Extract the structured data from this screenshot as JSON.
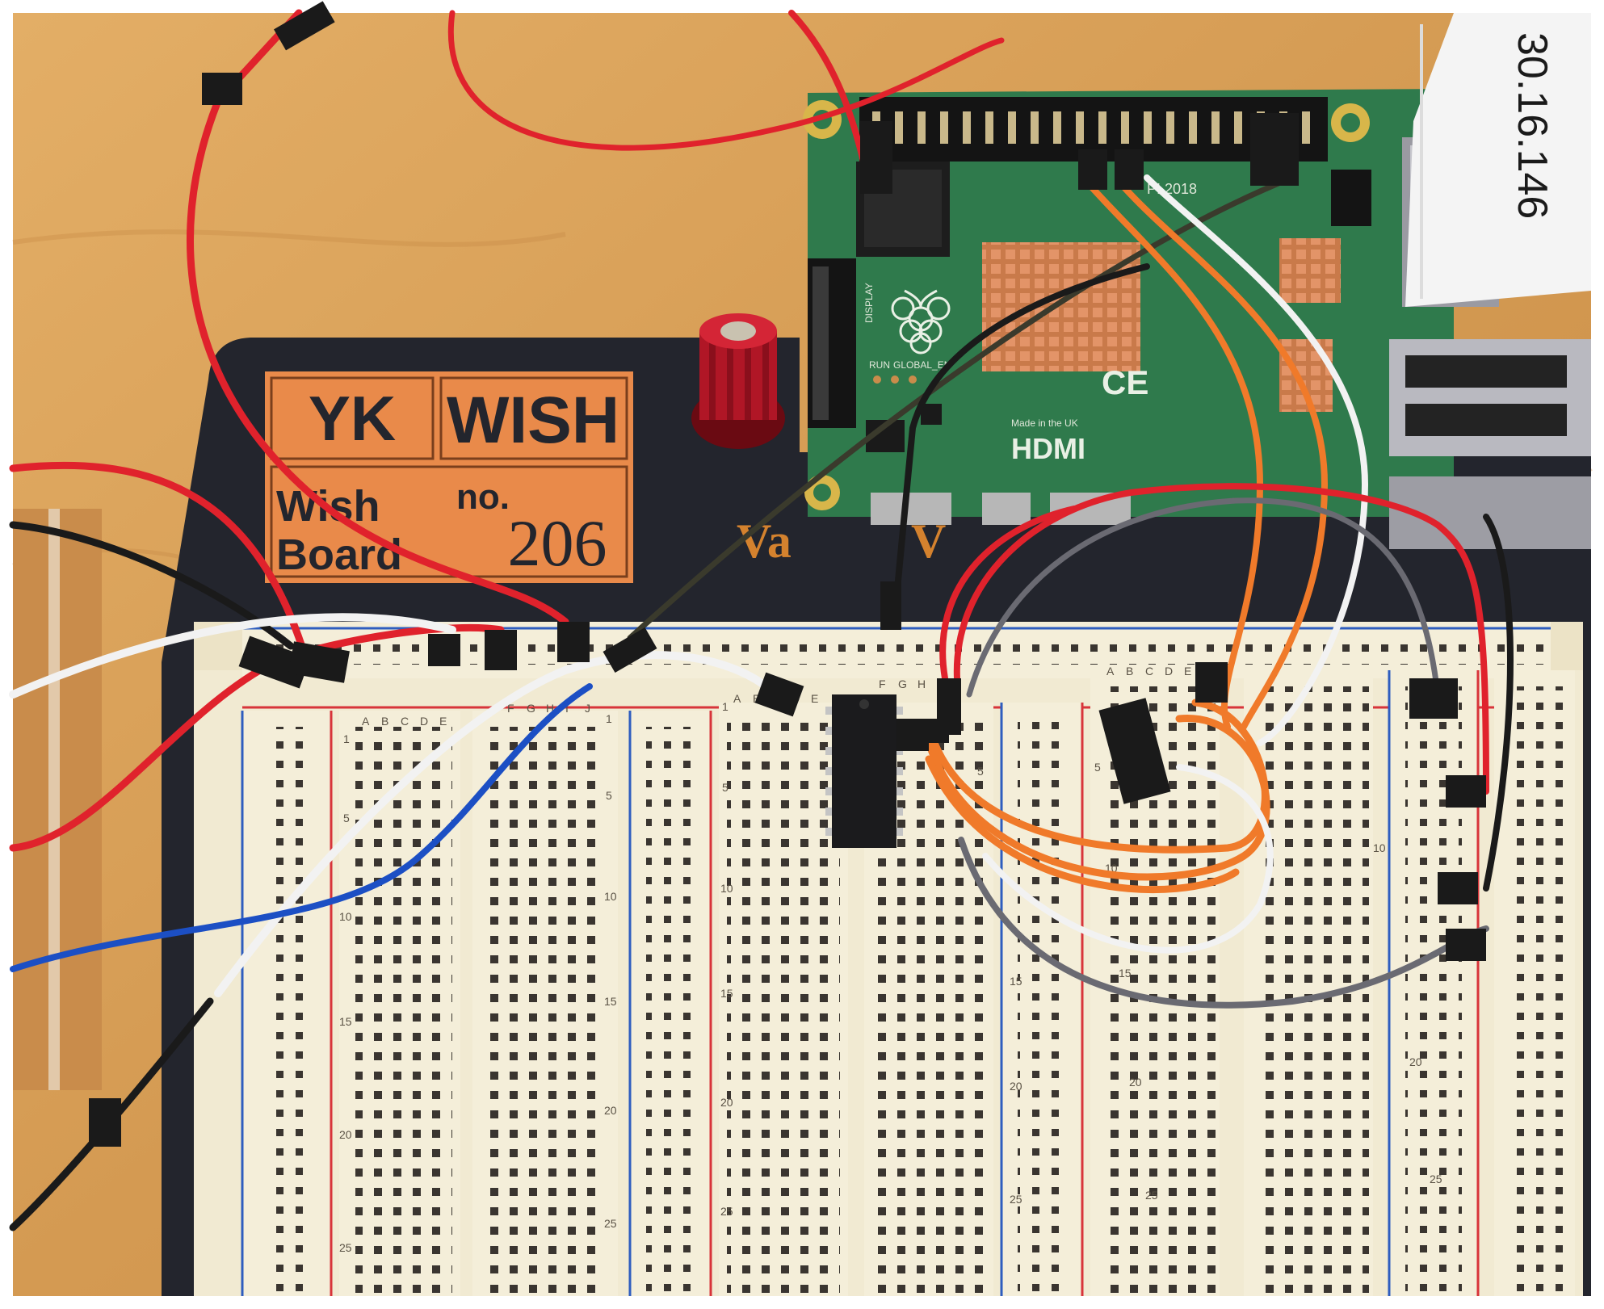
{
  "board_label": {
    "logo": "YK",
    "brand": "WISH",
    "product_line1": "Wish",
    "product_line2": "Board",
    "no_label": "no.",
    "number": "206"
  },
  "voltage_text": "Va",
  "voltage_text2": "V",
  "pi": {
    "year_text": "PI 2018",
    "hdmi_text": "HDMI",
    "ce_text": "CE",
    "display_text": "DISPLAY",
    "run_text": "RUN",
    "global_en_text": "GLOBAL_EN",
    "made_in_text": "Made in the UK"
  },
  "ribbon_label": "30.16.146",
  "breadboard_columns": {
    "left_section": [
      "A",
      "B",
      "C",
      "D",
      "E"
    ],
    "left_section_2": [
      "F",
      "G",
      "H",
      "I",
      "J"
    ],
    "mid_section": [
      "A",
      "B",
      "C",
      "D",
      "E"
    ],
    "mid_section_2": [
      "F",
      "G",
      "H"
    ],
    "right_section": [
      "A",
      "B",
      "C",
      "D",
      "E"
    ]
  },
  "row_numbers": [
    "1",
    "5",
    "10",
    "15",
    "20",
    "25"
  ],
  "colors": {
    "wood": "#d9a35a",
    "board_black": "#23252d",
    "breadboard": "#f1ead2",
    "pcb_green": "#2f7a4c",
    "label_orange": "#e98a4a",
    "wire_red": "#e0222c",
    "wire_orange": "#f07a2a",
    "wire_white": "#f2f2f2",
    "wire_black": "#1a1a1a",
    "wire_blue": "#1c4fc4",
    "wire_gray": "#6a6a72",
    "rail_red": "#d8343a",
    "rail_blue": "#2e5dbf"
  }
}
